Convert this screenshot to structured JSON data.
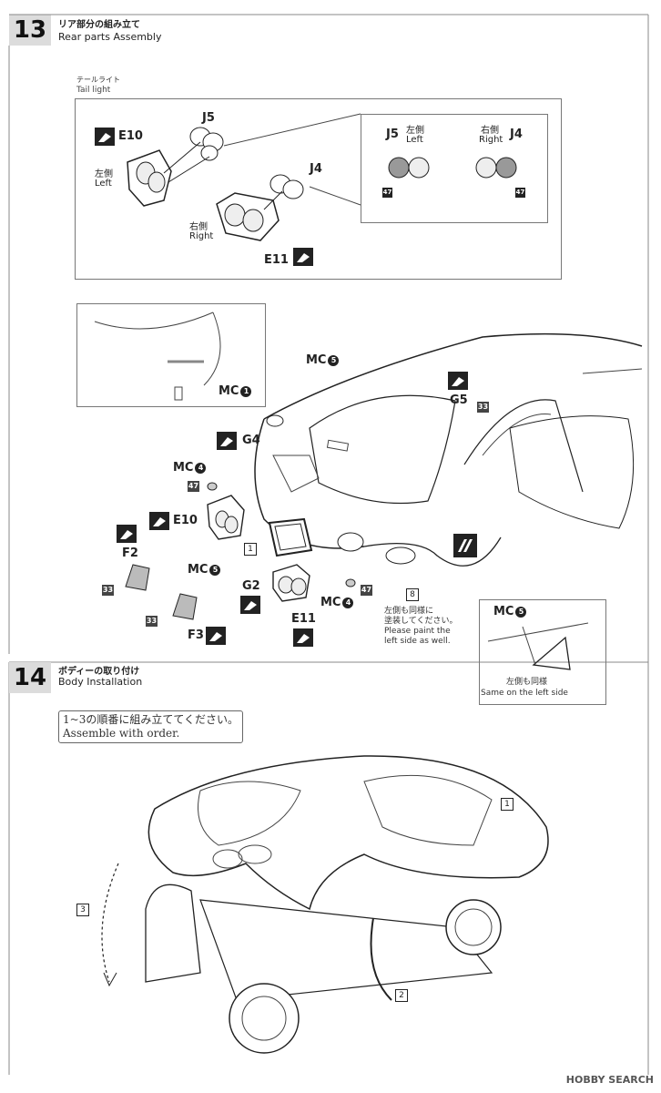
{
  "step13": {
    "number": "13",
    "title_jp": "リア部分の組み立て",
    "title_en": "Rear parts Assembly",
    "taillight_jp": "テールライト",
    "taillight_en": "Tail light",
    "parts": {
      "e10": "E10",
      "e11": "E11",
      "j5": "J5",
      "j4": "J4",
      "g4": "G4",
      "g5": "G5",
      "g2": "G2",
      "f2": "F2",
      "f3": "F3",
      "mc": "MC"
    },
    "left_jp": "左側",
    "left_en": "Left",
    "right_jp": "右側",
    "right_en": "Right",
    "paint_47": "47",
    "paint_33": "33",
    "box_1": "1",
    "box_8": "8",
    "mc_nums": {
      "n1": "1",
      "n4": "4",
      "n5": "5"
    },
    "note_jp1": "左側も同様に",
    "note_jp2": "塗装してください。",
    "note_en1": "Please paint the",
    "note_en2": "left side as well.",
    "inset_jp": "左側も同様",
    "inset_en": "Same on the left side"
  },
  "step14": {
    "number": "14",
    "title_jp": "ボディーの取り付け",
    "title_en": "Body Installation",
    "order_jp": "1~3の順番に組み立ててください。",
    "order_en": "Assemble with order.",
    "num1": "1",
    "num2": "2",
    "num3": "3"
  },
  "watermark": "HOBBY SEARCH"
}
